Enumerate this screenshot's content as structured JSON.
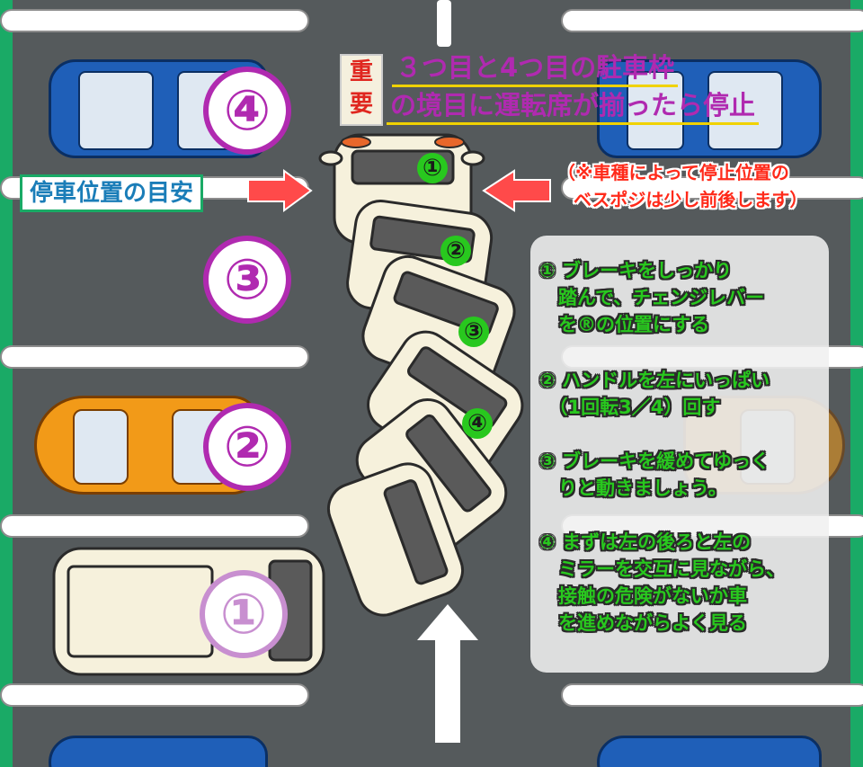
{
  "title_lines": [
    "３つ目と4つ目の駐車枠",
    "の境目に運転席が揃ったら停止"
  ],
  "important": [
    "重",
    "要"
  ],
  "guide_label": "停車位置の目安",
  "note_lines": [
    "（※車種によって停止位置の",
    "ベスポジは少し前後します）"
  ],
  "stall_numbers": [
    "④",
    "③",
    "②",
    "①"
  ],
  "path_marks": [
    "①",
    "②",
    "③",
    "④"
  ],
  "steps": [
    {
      "lines": [
        "① ブレーキをしっかり",
        "　踏んで、チェンジレバー",
        "　を®の位置にする"
      ]
    },
    {
      "lines": [
        "② ハンドルを左にいっぱい",
        "　（1回転3／4）回す"
      ]
    },
    {
      "lines": [
        "③ ブレーキを緩めてゆっく",
        "　りと動きましょう。"
      ]
    },
    {
      "lines": [
        "④ まずは左の後ろと左の",
        "　ミラーを交互に見ながら、",
        "　接触の危険がないか車",
        "　を進めながらよく見る"
      ]
    }
  ],
  "colors": {
    "lot": "#555a5c",
    "border": "#1aaa66",
    "accent": "#b02ab0",
    "step_text": "#28c81e",
    "note": "#ff2a1a"
  }
}
